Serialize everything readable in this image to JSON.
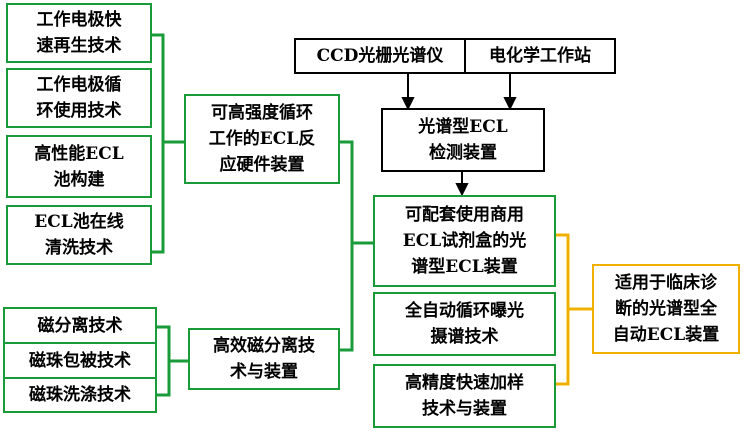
{
  "colors": {
    "green": "#1a9b3a",
    "yellow": "#f0b000",
    "black": "#000000"
  },
  "left_tech": {
    "b1": [
      "工作电极快",
      "速再生技术"
    ],
    "b2": [
      "工作电极循",
      "环使用技术"
    ],
    "b3": [
      "高性能ECL",
      "池构建"
    ],
    "b4": [
      "ECL池在线",
      "清洗技术"
    ]
  },
  "magnetic_tech": {
    "b1": "磁分离技术",
    "b2": "磁珠包被技术",
    "b3": "磁珠洗涤技术"
  },
  "mid": {
    "hardware": [
      "可高强度循环",
      "工作的ECL反",
      "应硬件装置"
    ],
    "magnetic": [
      "高效磁分离技",
      "术与装置"
    ]
  },
  "top": {
    "ccd": "CCD光栅光谱仪",
    "station": "电化学工作站",
    "detect": [
      "光谱型ECL",
      "检测装置"
    ]
  },
  "right": {
    "kit": [
      "可配套使用商用",
      "ECL试剂盒的光",
      "谱型ECL装置"
    ],
    "auto": [
      "全自动循环曝光",
      "摄谱技术"
    ],
    "sample": [
      "高精度快速加样",
      "技术与装置"
    ]
  },
  "final": [
    "适用于临床诊",
    "断的光谱型全",
    "自动ECL装置"
  ]
}
